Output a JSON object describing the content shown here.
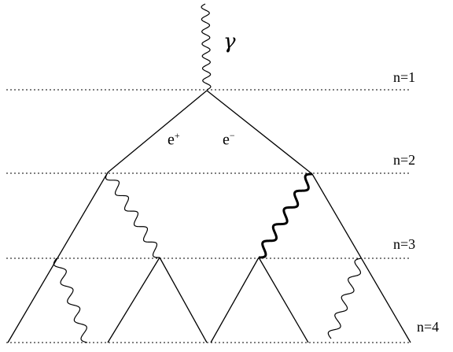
{
  "photon_label": "γ",
  "positron": {
    "base": "e",
    "sup": "+"
  },
  "electron": {
    "base": "e",
    "sup": "−"
  },
  "levels": [
    "n=1",
    "n=2",
    "n=3",
    "n=4"
  ]
}
